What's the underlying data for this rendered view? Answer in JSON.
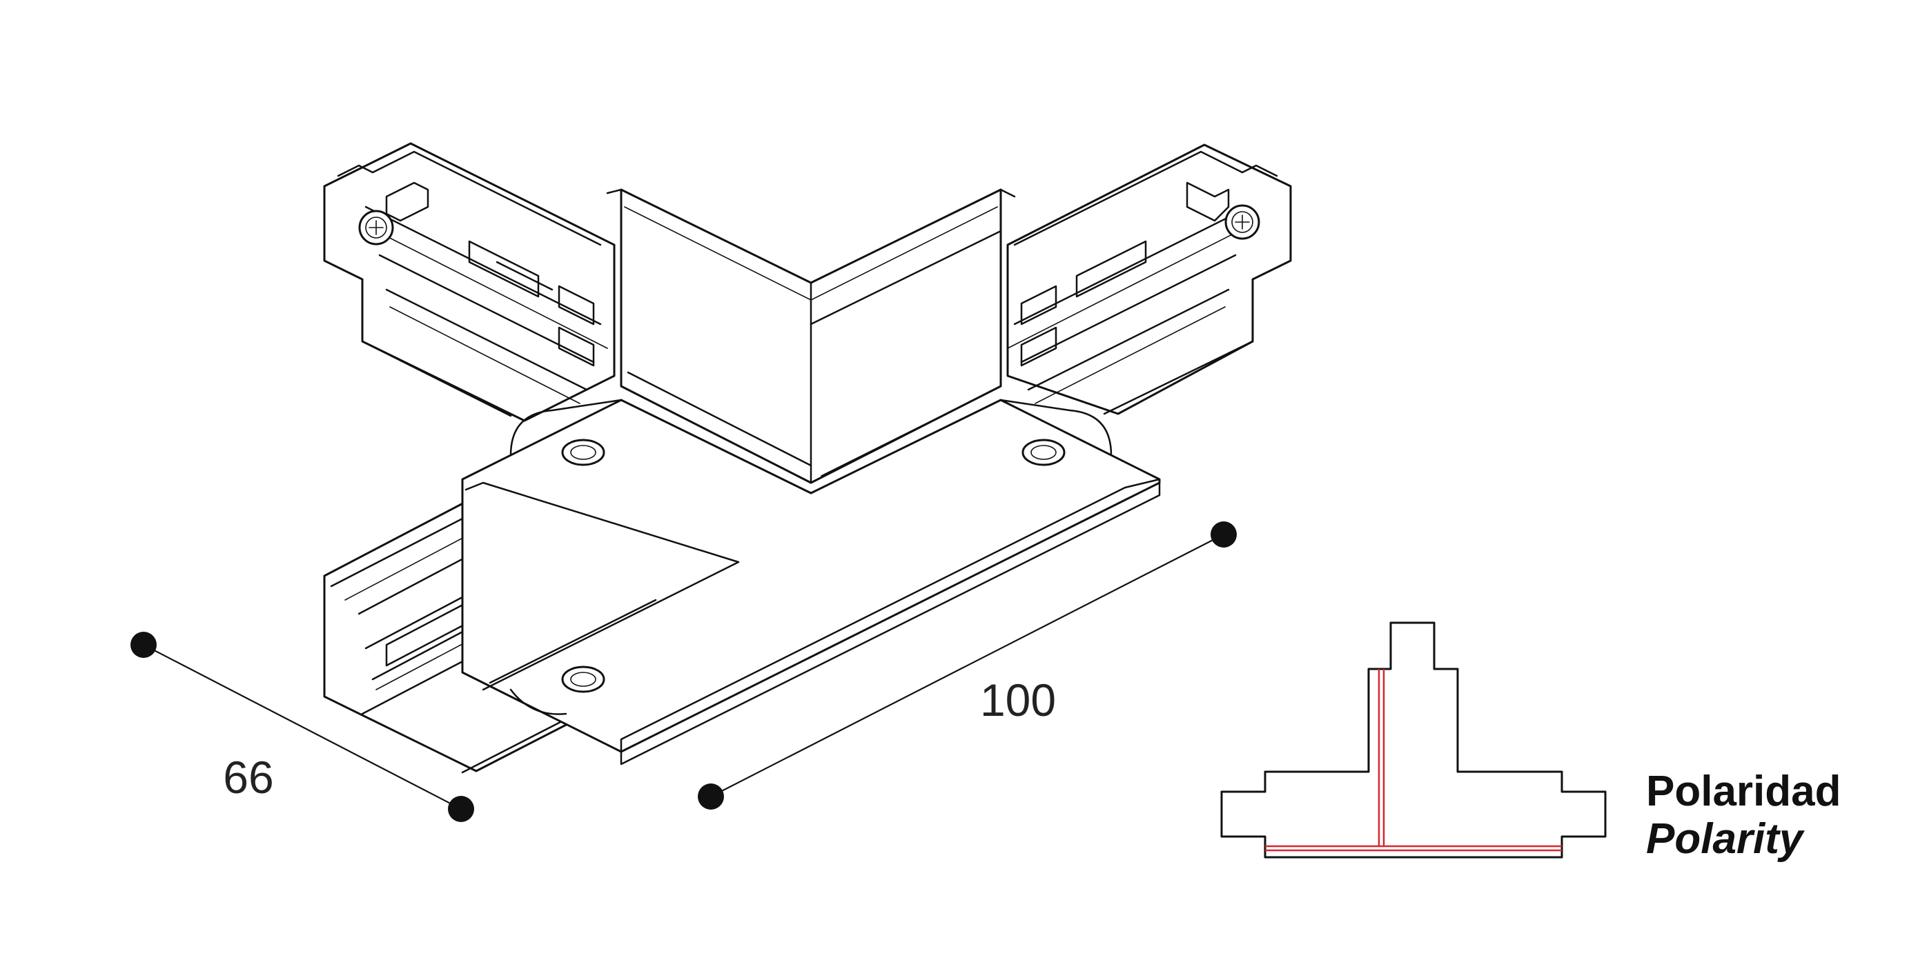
{
  "dimensions": {
    "width_label": "66",
    "length_label": "100"
  },
  "polarity": {
    "label_es": "Polaridad",
    "label_en": "Polarity",
    "line_color": "#d9262e"
  },
  "colors": {
    "stroke": "#111111",
    "background": "#ffffff"
  }
}
